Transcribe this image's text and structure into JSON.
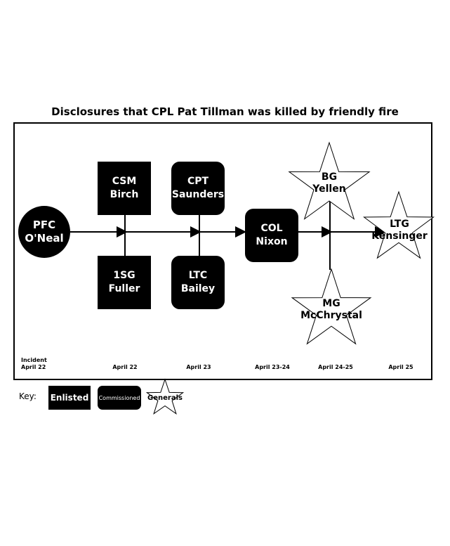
{
  "title": "Disclosures that CPL Pat Tillman was killed by friendly fire",
  "nodes": {
    "oneal": {
      "line1": "PFC",
      "line2": "O'Neal"
    },
    "birch": {
      "line1": "CSM",
      "line2": "Birch"
    },
    "fuller": {
      "line1": "1SG",
      "line2": "Fuller"
    },
    "saunders": {
      "line1": "CPT",
      "line2": "Saunders"
    },
    "bailey": {
      "line1": "LTC",
      "line2": "Bailey"
    },
    "nixon": {
      "line1": "COL",
      "line2": "Nixon"
    },
    "yellen": {
      "line1": "BG",
      "line2": "Yellen"
    },
    "mcchrystal": {
      "line1": "MG",
      "line2": "McChrystal"
    },
    "kensinger": {
      "line1": "LTG",
      "line2": "Kensinger"
    }
  },
  "dates": {
    "incident_line1": "Incident",
    "incident_line2": "April 22",
    "d1": "April 22",
    "d2": "April 23",
    "d3": "April 23-24",
    "d4": "April 24-25",
    "d5": "April 25"
  },
  "key": {
    "label": "Key:",
    "enlisted": "Enlisted",
    "commissioned": "Commissioned",
    "generals": "Generals"
  },
  "colors": {
    "node_fill": "#000000",
    "star_fill": "#ffffff",
    "line": "#000000"
  }
}
